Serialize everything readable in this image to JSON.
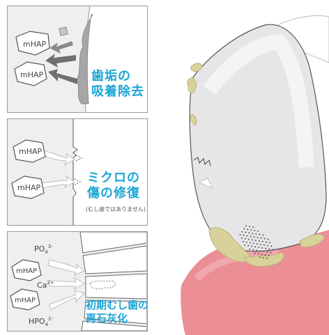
{
  "panel1": {
    "caption_line1": "歯垢の",
    "caption_line2": "吸着除去",
    "particle_label": "mHAP"
  },
  "panel2": {
    "caption_line1": "ミクロの",
    "caption_line2": "傷の修復",
    "note": "(むし歯ではありません)",
    "particle_label": "mHAP"
  },
  "panel3": {
    "caption_line1": "初期むし歯の",
    "caption_line2": "再石灰化",
    "particle_label": "mHAP",
    "ions": {
      "po4": "PO",
      "po4_sub": "4",
      "po4_sup": "3-",
      "ca": "Ca",
      "ca_sup": "2+",
      "hpo4": "HPO",
      "hpo4_sub": "4",
      "hpo4_sup": "2-"
    }
  },
  "colors": {
    "caption": "#1aa6d6",
    "plaque": "#c9c38a",
    "gum": "#e87f88",
    "panel_bg": "#efefef"
  }
}
